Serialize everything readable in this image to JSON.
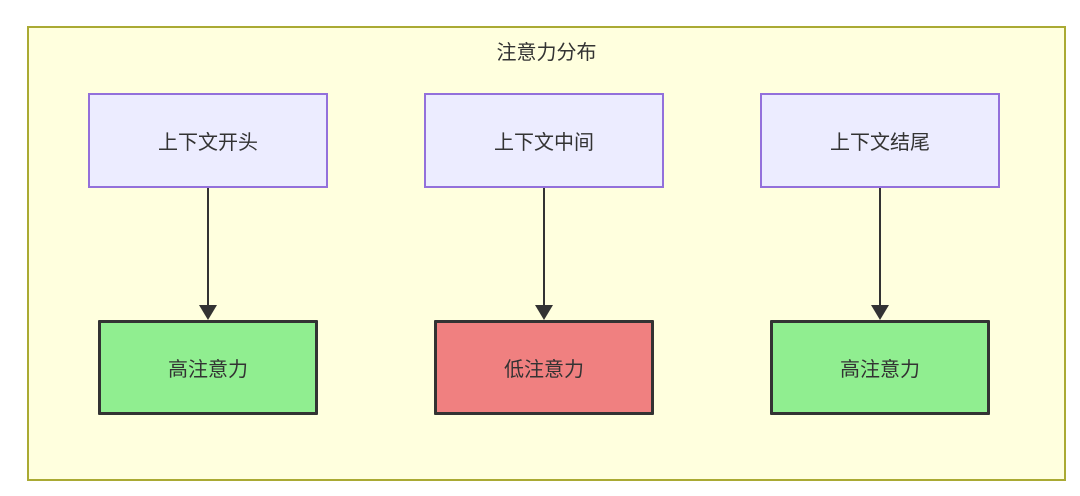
{
  "diagram": {
    "title": "注意力分布",
    "top_nodes": [
      {
        "id": "context-start",
        "label": "上下文开头"
      },
      {
        "id": "context-middle",
        "label": "上下文中间"
      },
      {
        "id": "context-end",
        "label": "上下文结尾"
      }
    ],
    "bottom_nodes": [
      {
        "id": "attention-start",
        "label": "高注意力",
        "level": "high"
      },
      {
        "id": "attention-middle",
        "label": "低注意力",
        "level": "low"
      },
      {
        "id": "attention-end",
        "label": "高注意力",
        "level": "high"
      }
    ],
    "edges": [
      {
        "from": "context-start",
        "to": "attention-start"
      },
      {
        "from": "context-middle",
        "to": "attention-middle"
      },
      {
        "from": "context-end",
        "to": "attention-end"
      }
    ]
  },
  "colors": {
    "canvas_bg": "#ffffff",
    "container_bg": "#ffffde",
    "container_border": "#aaaa33",
    "context_node_bg": "#ececff",
    "context_node_border": "#9370db",
    "high_attention_bg": "#90ee90",
    "low_attention_bg": "#f08080",
    "attention_node_border": "#333333",
    "arrow": "#333333",
    "text": "#333333"
  }
}
